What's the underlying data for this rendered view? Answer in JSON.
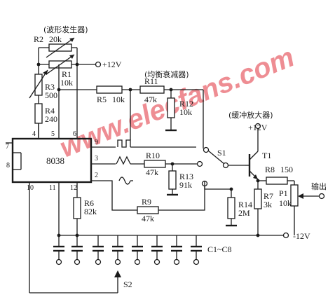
{
  "watermark": {
    "text": "www.elecfans.com",
    "color": "#e0303a"
  },
  "ic": {
    "name": "8038",
    "pins": [
      "4",
      "5",
      "6",
      "7",
      "8",
      "9",
      "3",
      "2",
      "10",
      "11",
      "12"
    ]
  },
  "blocks": {
    "waveform_generator": "(波形发生器)",
    "balanced_attenuator": "(均衡衰减器)",
    "buffer_amplifier": "(缓冲放大器)"
  },
  "supplies": {
    "pos_top": "+12V",
    "pos_buffer": "+12V",
    "neg": "-12V"
  },
  "components": {
    "R2": {
      "name": "R2",
      "value": "20k"
    },
    "R1": {
      "name": "R1",
      "value": "10k"
    },
    "R3": {
      "name": "R3",
      "value": "500"
    },
    "R4": {
      "name": "R4",
      "value": "240"
    },
    "R5": {
      "name": "R5",
      "value": "10k"
    },
    "R11": {
      "name": "R11",
      "value": "47k"
    },
    "R12": {
      "name": "R12",
      "value": "10k"
    },
    "R10": {
      "name": "R10",
      "value": "47k"
    },
    "R13": {
      "name": "R13",
      "value": "91k"
    },
    "R9": {
      "name": "R9",
      "value": "47k"
    },
    "R6": {
      "name": "R6",
      "value": "82k"
    },
    "R14": {
      "name": "R14",
      "value": "2M"
    },
    "R7": {
      "name": "R7",
      "value": "3k"
    },
    "R8": {
      "name": "R8",
      "value": "150"
    },
    "P1": {
      "name": "P1",
      "value": "10k"
    },
    "T1": {
      "name": "T1"
    },
    "S1": {
      "name": "S1"
    },
    "S2": {
      "name": "S2"
    },
    "caps": {
      "name": "C1~C8"
    }
  },
  "output_label": "输出"
}
